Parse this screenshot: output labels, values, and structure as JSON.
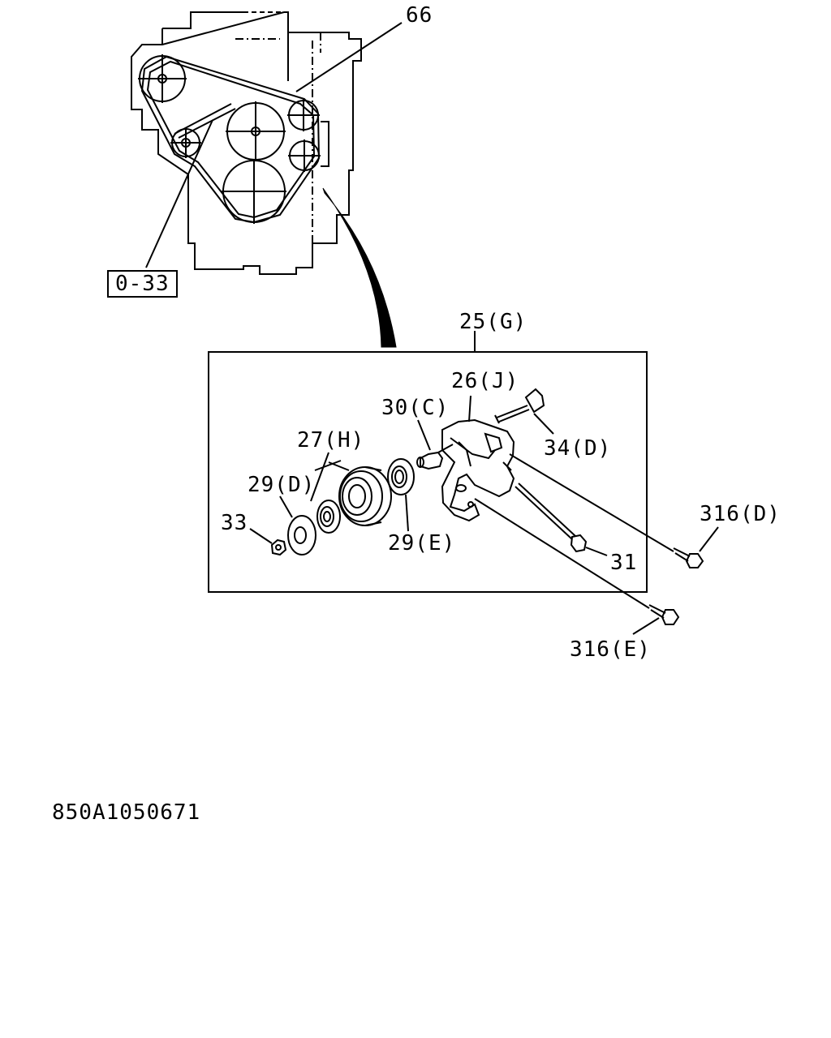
{
  "labels": {
    "belt": "66",
    "ref": "0-33",
    "assembly": "25(G)",
    "bracket": "26(J)",
    "shaft": "30(C)",
    "pulley": "27(H)",
    "bolt_d": "34(D)",
    "washer_d": "29(D)",
    "nut": "33",
    "washer_e": "29(E)",
    "adjust_bolt": "31",
    "bolt_316d": "316(D)",
    "bolt_316e": "316(E)"
  },
  "figure_code": "850A1050671"
}
